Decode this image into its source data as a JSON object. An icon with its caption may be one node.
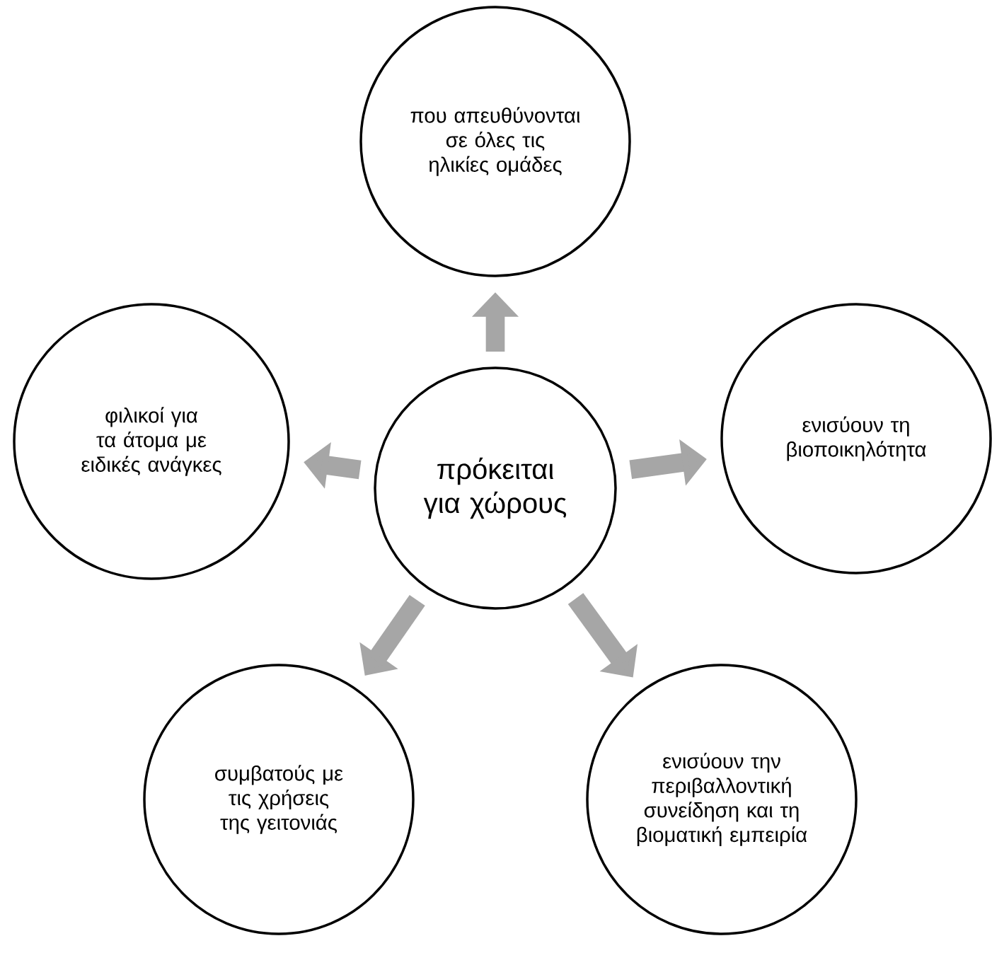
{
  "diagram": {
    "nodes": [
      {
        "text": [
          "που απευθύνονται σε όλες τις ηλικίες ομάδες"
        ]
      },
      {
        "text": [
          "φιλικοί για τα άτομα με ειδικές ανάγκες"
        ]
      },
      {
        "text": [
          "πρόκειται για χώρους"
        ]
      },
      {
        "text": [
          "ενισύουν τη βιοποικηλότητα"
        ]
      },
      {
        "text": [
          "συμβατούς με τις χρήσεις της γειτονιάς"
        ]
      },
      {
        "text": [
          "ενισύουν την περιβαλλοντική συνείδηση και τη βιοματική εμπειρία"
        ]
      }
    ],
    "edges": [
      {
        "from": 2,
        "to": 0,
        "arrow": "to"
      },
      {
        "from": 2,
        "to": 1,
        "arrow": "to"
      },
      {
        "from": 2,
        "to": 3,
        "arrow": "to"
      },
      {
        "from": 2,
        "to": 4,
        "arrow": "to"
      },
      {
        "from": 2,
        "to": 5,
        "arrow": "to"
      }
    ]
  }
}
